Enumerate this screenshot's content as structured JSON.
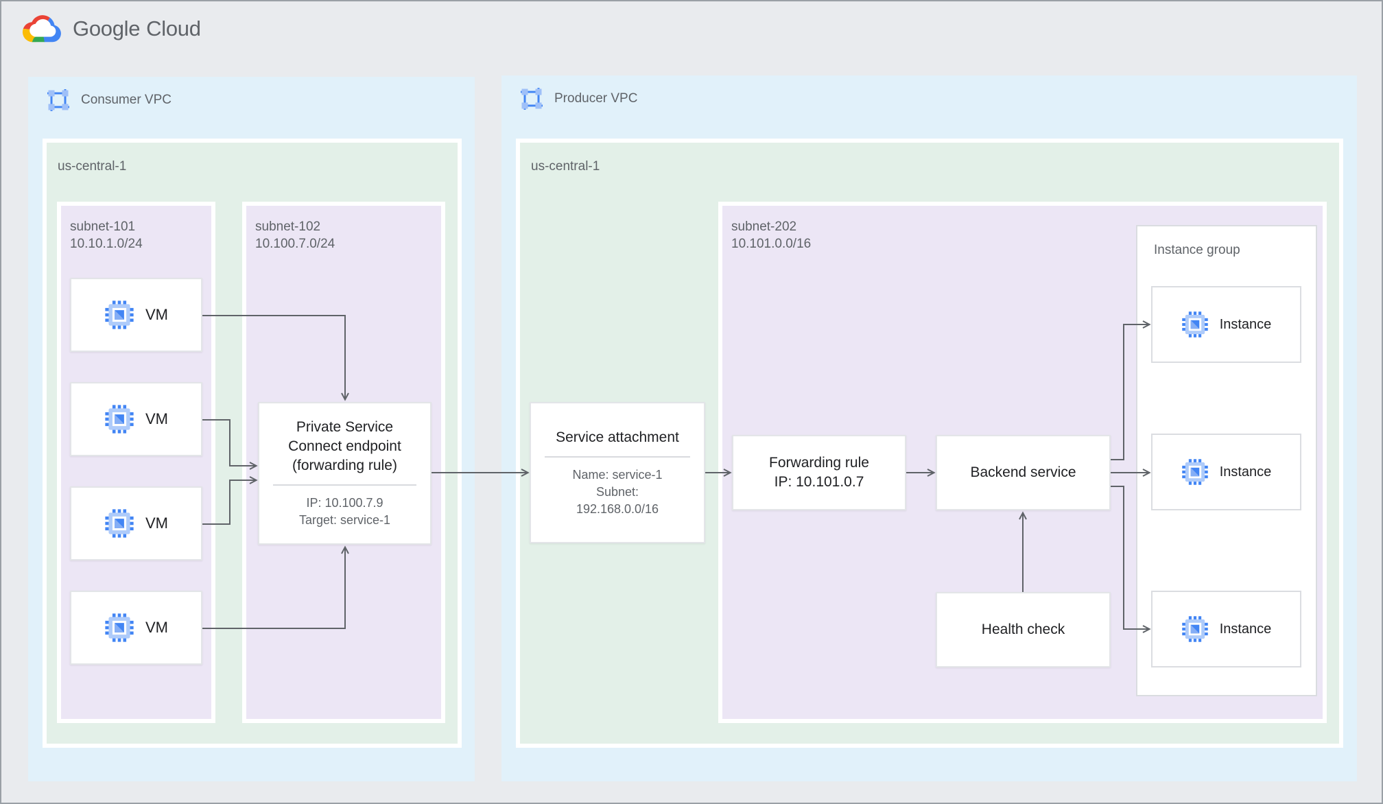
{
  "brand": {
    "google": "Google",
    "cloud": "Cloud"
  },
  "colors": {
    "canvas_bg": "#E9EBEE",
    "vpc_bg": "#E1F1FA",
    "region_bg": "#E3F0E8",
    "subnet_bg": "#ECE6F5",
    "arrow": "#5F6368",
    "text_dark": "#202124",
    "text_gray": "#5F6368",
    "gcp_blue": "#4285F4",
    "gcp_red": "#EA4335",
    "gcp_yellow": "#FBBC05",
    "gcp_green": "#34A853",
    "icon_light_blue": "#AECBFA"
  },
  "consumer_vpc": {
    "label": "Consumer VPC",
    "region_label": "us-central-1",
    "subnet_101": {
      "name": "subnet-101",
      "cidr": "10.10.1.0/24",
      "vm_labels": [
        "VM",
        "VM",
        "VM",
        "VM"
      ]
    },
    "subnet_102": {
      "name": "subnet-102",
      "cidr": "10.100.7.0/24"
    },
    "psc_endpoint": {
      "title_lines": [
        "Private Service",
        "Connect endpoint",
        "(forwarding rule)"
      ],
      "ip": "IP: 10.100.7.9",
      "target": "Target: service-1"
    }
  },
  "producer_vpc": {
    "label": "Producer VPC",
    "region_label": "us-central-1",
    "service_attachment": {
      "title": "Service attachment",
      "name": "Name: service-1",
      "subnet_label": "Subnet:",
      "subnet_value": "192.168.0.0/16"
    },
    "subnet_202": {
      "name": "subnet-202",
      "cidr": "10.101.0.0/16"
    },
    "forwarding_rule": {
      "title": "Forwarding rule",
      "ip": "IP: 10.101.0.7"
    },
    "backend_service": {
      "label": "Backend service"
    },
    "health_check": {
      "label": "Health check"
    },
    "instance_group": {
      "label": "Instance group",
      "instance_labels": [
        "Instance",
        "Instance",
        "Instance"
      ]
    }
  }
}
